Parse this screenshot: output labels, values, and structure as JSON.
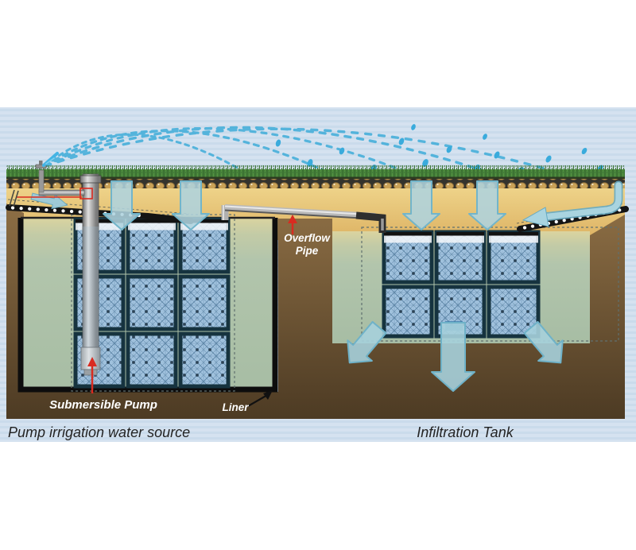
{
  "diagram": {
    "captions": {
      "left": "Pump irrigation water source",
      "right": "Infiltration Tank"
    },
    "labels": {
      "overflow_line1": "Overflow",
      "overflow_line2": "Pipe",
      "submersible_pump": "Submersible Pump",
      "liner": "Liner"
    },
    "colors": {
      "sky": "#d5e2f0",
      "sand": "#eed389",
      "subsoil_brown": "#8f7046",
      "water_green": "#aec2ab",
      "crate_blue": "#a3c4e0",
      "crate_frame": "#16333f",
      "pipe_gray": "#b9b9b9",
      "perforated_pipe": "#141414",
      "spray_blue": "#3fadd9",
      "flow_arrow_blue": "#aed3de",
      "annotation_red": "#d92b20",
      "liner_black": "#0d0d0d"
    }
  }
}
